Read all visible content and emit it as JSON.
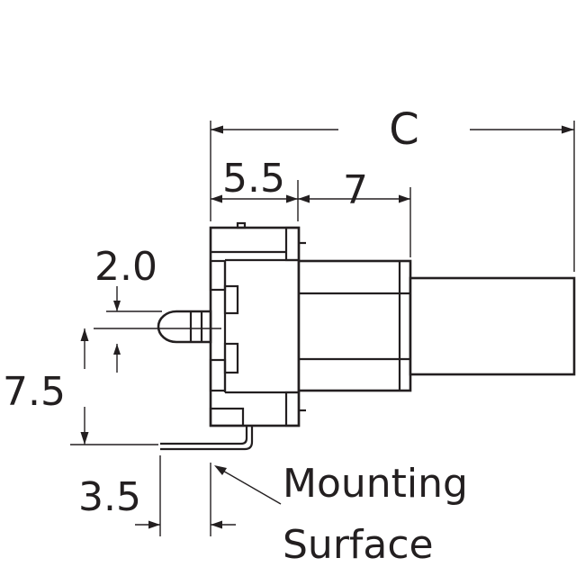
{
  "dimensions": {
    "overall_length": "C",
    "body_depth": "5.5",
    "bushing_length": "7",
    "led_offset": "2.0",
    "pin_height": "7.5",
    "pin_offset": "3.5"
  },
  "callout": {
    "line1": "Mounting",
    "line2": "Surface"
  },
  "colors": {
    "ink": "#231f20",
    "background": "#ffffff"
  }
}
